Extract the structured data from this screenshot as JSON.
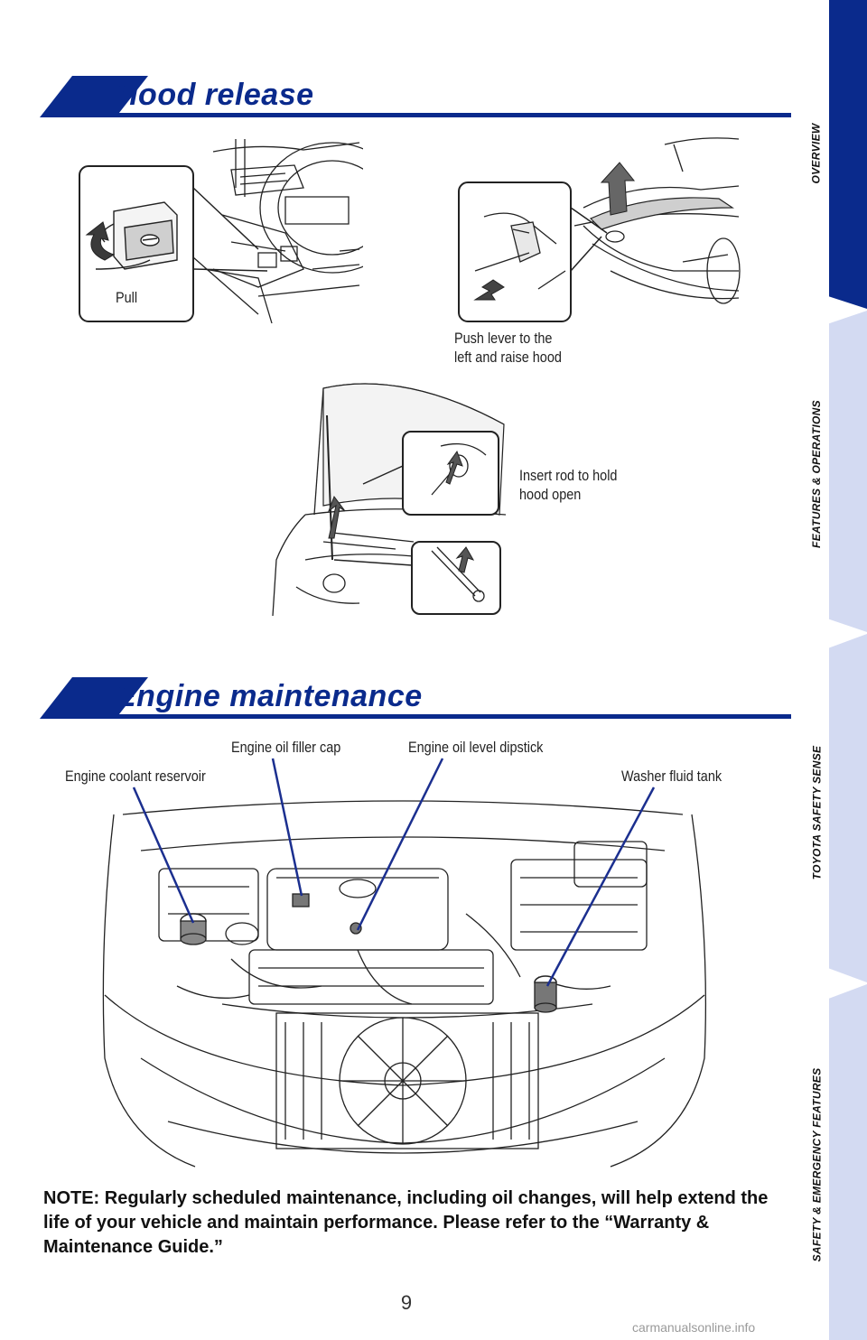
{
  "sections": {
    "hood": {
      "title": "Hood release"
    },
    "engine": {
      "title": "Engine maintenance"
    }
  },
  "hood_captions": {
    "pull": "Pull",
    "push_lever": "Push lever to the\nleft and raise hood",
    "insert_rod": "Insert rod to hold\nhood open"
  },
  "engine_labels": {
    "coolant": "Engine coolant reservoir",
    "oil_cap": "Engine oil filler cap",
    "dipstick": "Engine oil level dipstick",
    "washer": "Washer fluid tank"
  },
  "note": "NOTE: Regularly scheduled maintenance, including oil changes, will help extend the life of your vehicle and maintain performance. Please refer to the “Warranty & Maintenance Guide.”",
  "page_number": "9",
  "watermark": "carmanualsonline.info",
  "side_nav": [
    {
      "label": "OVERVIEW"
    },
    {
      "label": "FEATURES & OPERATIONS"
    },
    {
      "label": "TOYOTA SAFETY SENSE"
    },
    {
      "label": "SAFETY & EMERGENCY FEATURES"
    }
  ],
  "colors": {
    "brand_blue": "#0a2a8c",
    "nav_active": "#0a2a8c",
    "nav_inactive": "#d3daf2"
  }
}
